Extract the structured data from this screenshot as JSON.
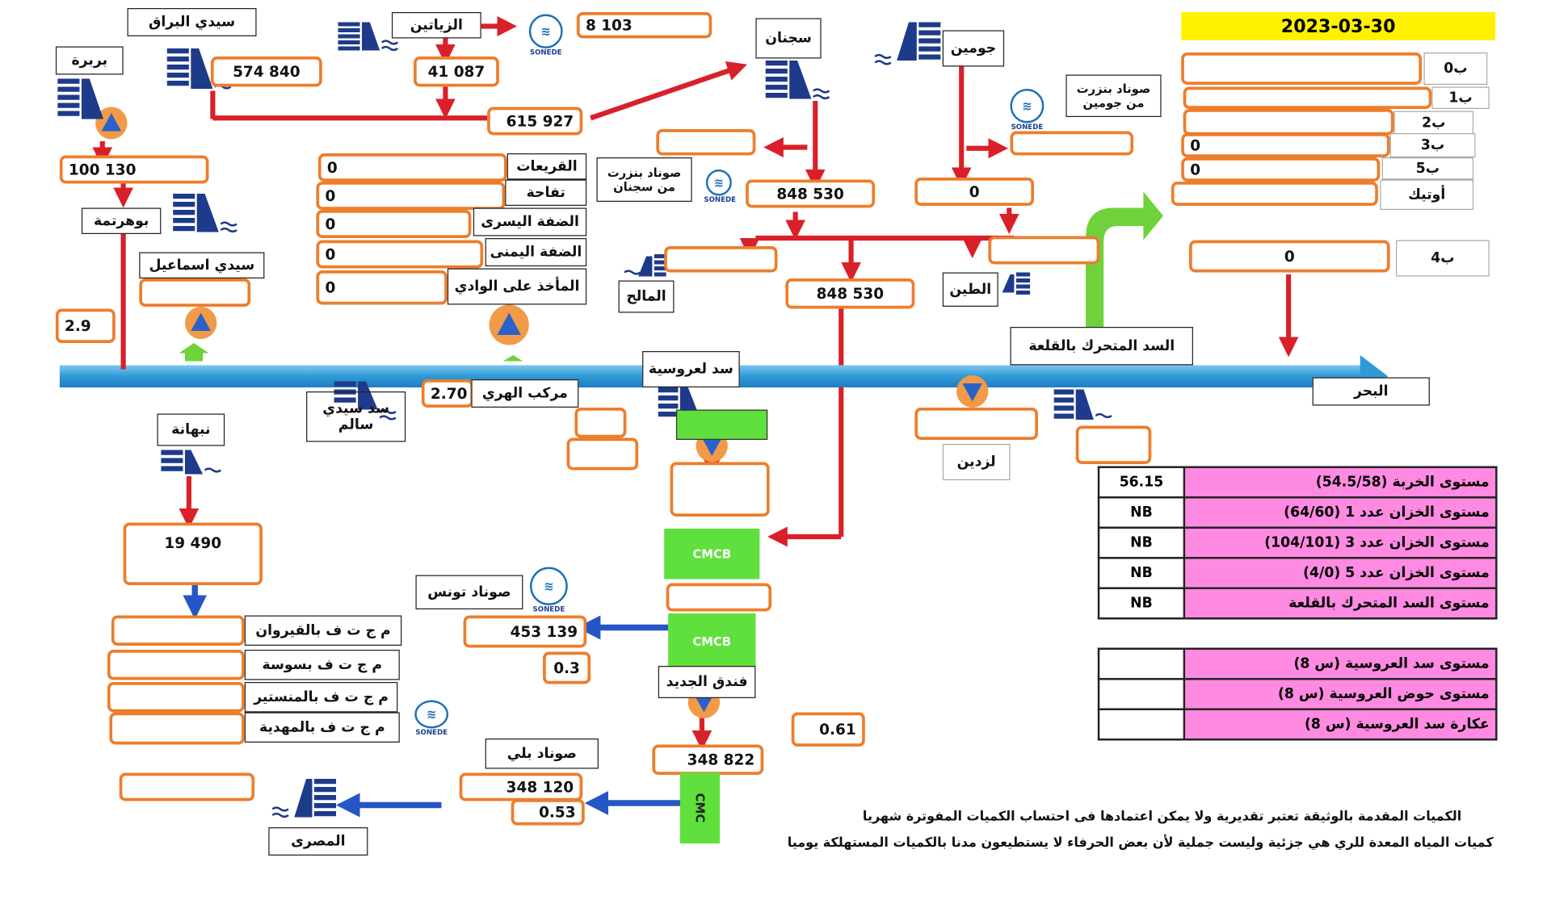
{
  "date": "2023-03-30",
  "labels": {
    "sidi_barrak": "سيدي البراق",
    "zyatine": "الزياتين",
    "barbra": "بربرة",
    "sejnane": "سجنان",
    "joumine": "جومين",
    "sonede_bizerte_joumine": "صوناد بنزرت من جومين",
    "sonede_bizerte_sejnane": "صوناد بنزرت من سجنان",
    "bouhertma": "بوهرتمة",
    "sidi_ismail": "سيدي اسماعيل",
    "qrayat": "القريعات",
    "tfaha": "تفاحة",
    "left_bank": "الضفة اليسرى",
    "right_bank": "الضفة اليمنى",
    "wadi_intake": "المأخذ على الوادي",
    "malah": "المالح",
    "tine": "الطين",
    "mobile_dam_qalaa": "السد المتحرك بالقلعة",
    "sidi_salem": "سد سيدي سالم",
    "mrkb_hri": "مركب الهري",
    "laroussia_dam": "سد لعروسية",
    "sea": "البحر",
    "nebhana": "نبهانة",
    "lezdine": "لزدين",
    "sonede_tunis": "صوناد تونس",
    "kairouan": "م ج ت ف بالقيروان",
    "sousse": "م ج ت ف بسوسة",
    "monastir": "م ج ت ف بالمنستير",
    "mahdia": "م ج ت ف بالمهدية",
    "fondouk_jedid": "فندق الجديد",
    "sonede_beli": "صوناد بلي",
    "masri": "المصرى",
    "cmcb1": "CMCB",
    "cmcb2": "CMCB",
    "cmc": "CMC",
    "sonede": "SONEDE",
    "b0": "ب0",
    "b1": "ب1",
    "b2": "ب2",
    "b3": "ب3",
    "b5": "ب5",
    "autik": "أوتيك",
    "b4": "ب4"
  },
  "values": {
    "v_8103": "8 103",
    "v_574840": "574 840",
    "v_41087": "41 087",
    "v_615927": "615 927",
    "v_100130": "100 130",
    "v_qrayat": "0",
    "v_tfaha": "0",
    "v_left": "0",
    "v_right": "0",
    "v_wadi": "0",
    "v_sej_848530": "848 530",
    "v_joum_0": "0",
    "v_mid_848530": "848 530",
    "v_2_9": "2.9",
    "v_2_70": "2.70",
    "v_19490": "19 490",
    "v_453139": "453 139",
    "v_0_3": "0.3",
    "v_0_61": "0.61",
    "v_348822": "348 822",
    "v_348120": "348 120",
    "v_0_53": "0.53",
    "v_b3": "0",
    "v_b5": "0",
    "v_b4": "0"
  },
  "levels": [
    {
      "label": "مستوى الخربة (54.5/58)",
      "value": "56.15"
    },
    {
      "label": "مستوى الخزان عدد 1 (64/60)",
      "value": "NB"
    },
    {
      "label": "مستوى الخزان عدد 3 (104/101)",
      "value": "NB"
    },
    {
      "label": "مستوى الخزان عدد 5 (4/0)",
      "value": "NB"
    },
    {
      "label": "مستوى السد المتحرك بالقلعة",
      "value": "NB"
    }
  ],
  "levels2": [
    {
      "label": "مستوى سد العروسية (س 8)",
      "value": ""
    },
    {
      "label": "مستوى حوض العروسية (س 8)",
      "value": ""
    },
    {
      "label": "عكارة سد العروسية (س 8)",
      "value": ""
    }
  ],
  "notes": {
    "line1": "الكميات المقدمة بالوثيقة تعتبر تقديرية ولا يمكن اعتمادها فى احتساب الكميات المفوترة شهريا",
    "line2": "كميات المياه المعدة للري هي جزئية وليست جملية لأن بعض الحرفاء لا يستطيعون مدنا بالكميات المستهلكة يوميا"
  },
  "colors": {
    "flow_red": "#d9202a",
    "river": "#3aa6e0",
    "box_border": "#ee7d2b",
    "level_pink": "#ff8ae2",
    "date_bg": "#fff200",
    "cmcb_green": "#5fe03c",
    "blue_pipe": "#2457c5"
  }
}
